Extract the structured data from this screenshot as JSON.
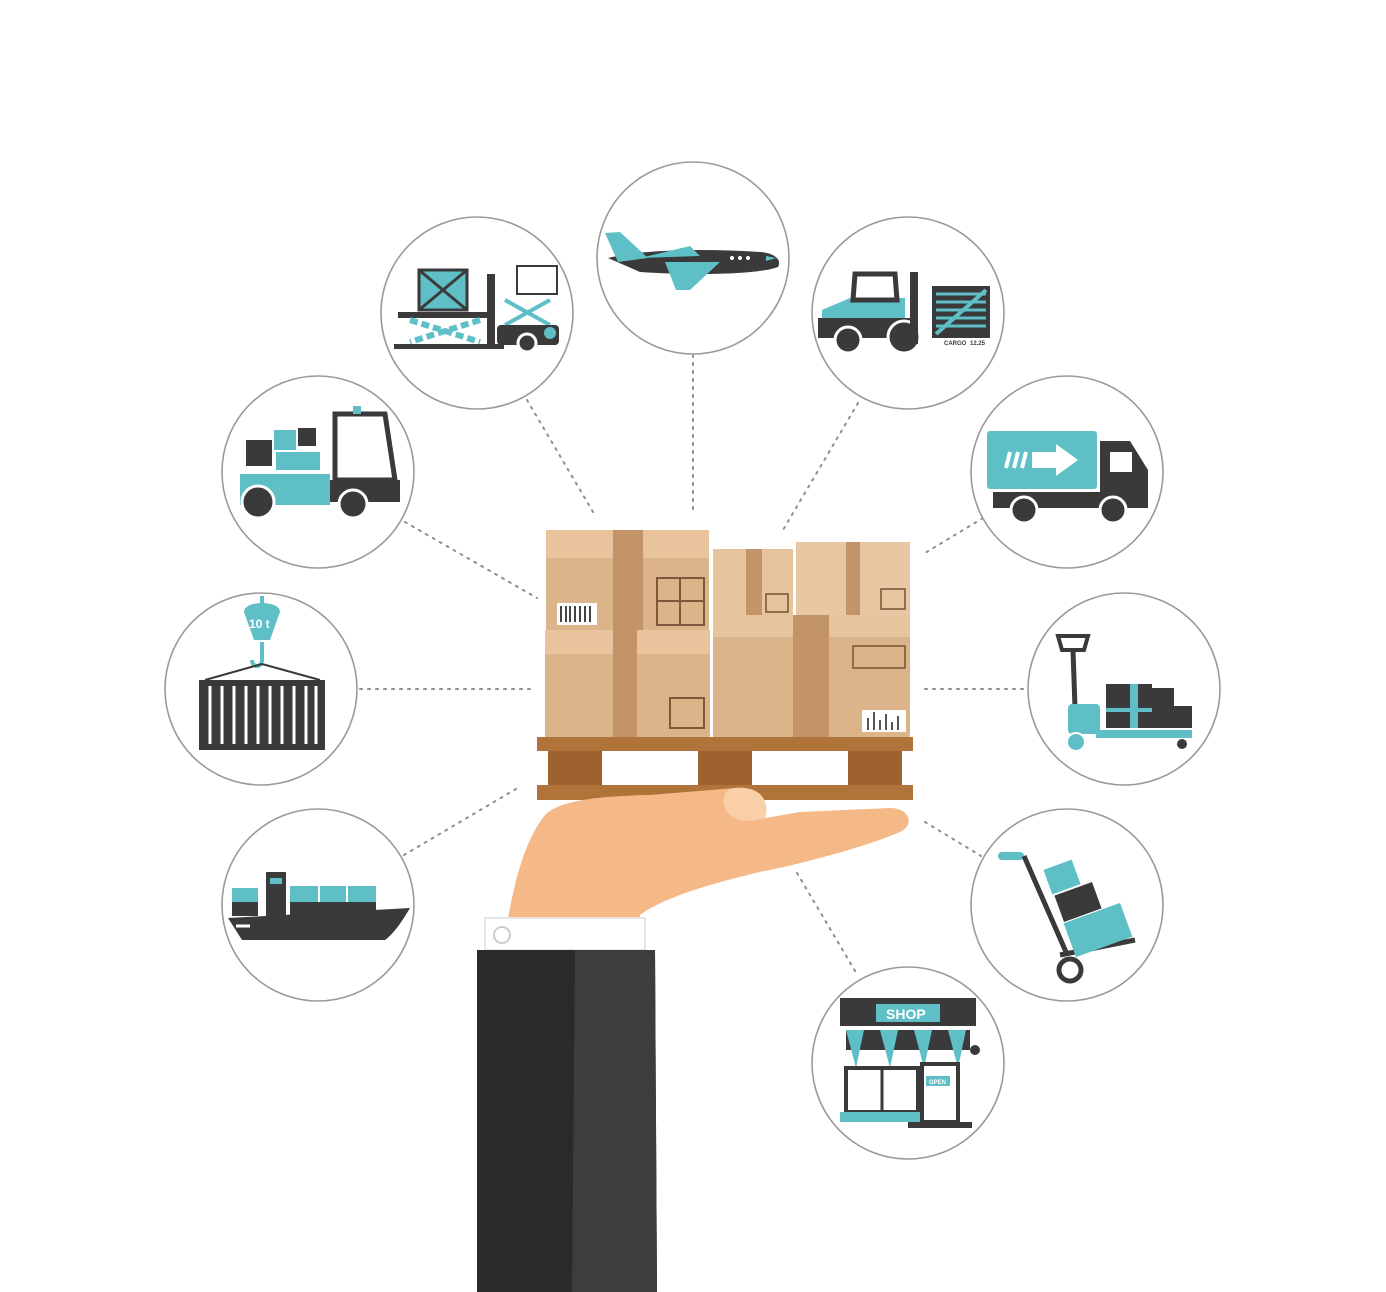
{
  "colors": {
    "accent": "#5ebfc6",
    "dark": "#3a3a3a",
    "box": "#dcb489",
    "box_tape": "#c29468",
    "pallet": "#b0733a",
    "skin": "#f5b988",
    "sleeve": "#2a2a2a",
    "ring": "#9a9a9a"
  },
  "icons": [
    "airplane-icon",
    "forklift-icon",
    "delivery-truck-icon",
    "pallet-jack-icon",
    "hand-truck-icon",
    "shop-icon",
    "container-ship-icon",
    "crane-container-icon",
    "warehouse-tractor-icon",
    "scissor-lift-icon"
  ],
  "crane": {
    "weight_label": "10 t"
  },
  "shop": {
    "sign_label": "SHOP",
    "door_sign": "OPEN"
  },
  "forklift": {
    "crate_label_left": "CARGO",
    "crate_label_right": "12.25"
  }
}
